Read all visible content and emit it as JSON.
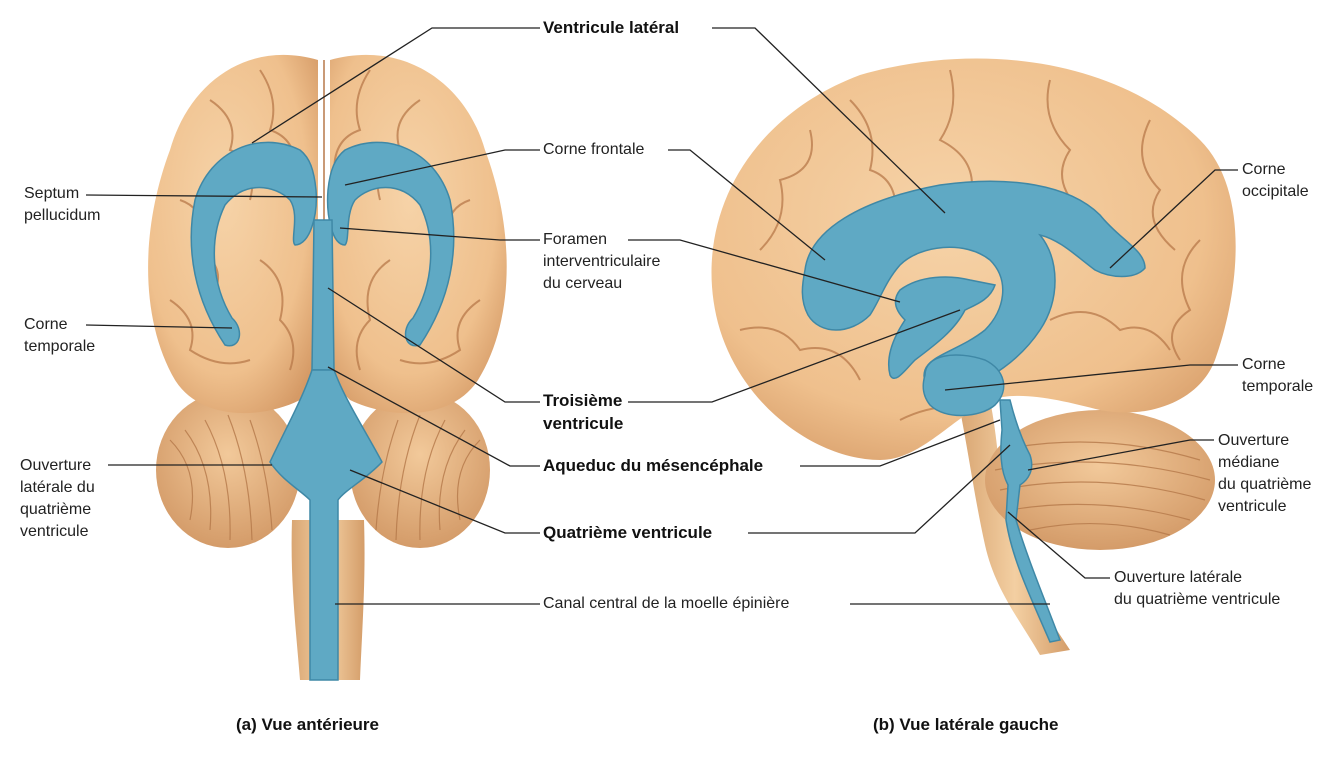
{
  "diagram": {
    "views": {
      "anterior": {
        "caption": "(a) Vue antérieure"
      },
      "lateral": {
        "caption": "(b) Vue latérale gauche"
      }
    },
    "center_labels": {
      "lateral_ventricle": "Ventricule latéral",
      "frontal_horn": "Corne frontale",
      "interventricular_foramen": [
        "Foramen",
        "interventriculaire",
        "du cerveau"
      ],
      "third_ventricle": [
        "Troisième",
        "ventricule"
      ],
      "cerebral_aqueduct": "Aqueduc du mésencéphale",
      "fourth_ventricle": "Quatrième ventricule",
      "central_canal": "Canal central de la moelle épinière"
    },
    "left_labels": {
      "septum_pellucidum": [
        "Septum",
        "pellucidum"
      ],
      "temporal_horn": [
        "Corne",
        "temporale"
      ],
      "lateral_aperture": [
        "Ouverture",
        "latérale du",
        "quatrième",
        "ventricule"
      ]
    },
    "right_labels": {
      "occipital_horn": [
        "Corne",
        "occipitale"
      ],
      "temporal_horn": [
        "Corne",
        "temporale"
      ],
      "median_aperture": [
        "Ouverture",
        "médiane",
        "du quatrième",
        "ventricule"
      ],
      "lateral_aperture": [
        "Ouverture latérale",
        "du quatrième ventricule"
      ]
    },
    "colors": {
      "brain": "#f0c593",
      "brain_shadow": "#c98d5a",
      "brain_fold": "#b57846",
      "ventricle": "#5fa9c4",
      "ventricle_dark": "#3f88a6",
      "leader_line": "#222222"
    }
  }
}
